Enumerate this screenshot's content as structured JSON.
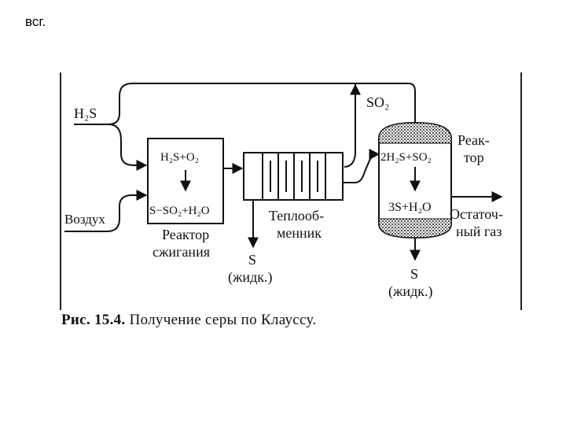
{
  "header_text": "всг.",
  "figure": {
    "caption_number": "Рис. 15.4.",
    "caption_text": "Получение серы по Клауссу.",
    "inputs": {
      "h2s": "H₂S",
      "air": "Воздух"
    },
    "combustion_reactor": {
      "reaction_top": "H₂S+O₂",
      "reaction_bottom": "S−SO₂+H₂O",
      "label_line1": "Реактор",
      "label_line2": "сжигания"
    },
    "heat_exchanger": {
      "label_line1": "Теплооб-",
      "label_line2": "менник"
    },
    "so2_label": "SO₂",
    "claus_reactor": {
      "reaction_top": "2H₂S+SO₂",
      "reaction_bottom": "3S+H₂O",
      "label_line1": "Реак-",
      "label_line2": "тор"
    },
    "outputs": {
      "sulfur_1_line1": "S",
      "sulfur_1_line2": "(жидк.)",
      "sulfur_2_line1": "S",
      "sulfur_2_line2": "(жидк.)",
      "tail_gas_line1": "Остаточ-",
      "tail_gas_line2": "ный газ"
    }
  }
}
